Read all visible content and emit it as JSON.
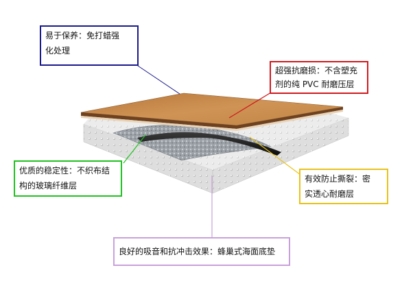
{
  "diagram": {
    "callouts": [
      {
        "key": "maintenance",
        "color": "#1a1a8c",
        "lines": [
          "易于保养：免打蜡强",
          "化处理"
        ]
      },
      {
        "key": "wear",
        "color": "#d0181c",
        "lines": [
          "超强抗磨损：不含塑充",
          "剂的纯 PVC 耐磨压层"
        ]
      },
      {
        "key": "stability",
        "color": "#1fc21f",
        "lines": [
          "优质的稳定性：不织布结",
          "构的玻璃纤维层"
        ]
      },
      {
        "key": "tear",
        "color": "#e8c21a",
        "lines": [
          "有效防止撕裂：密",
          "实透心耐磨层"
        ]
      },
      {
        "key": "sound",
        "color": "#c9a0dc",
        "lines": [
          "良好的吸音和抗冲击效果：蜂巢式海面底垫"
        ]
      }
    ],
    "layers": [
      {
        "name": "wear-layer",
        "color": "#c88a45"
      },
      {
        "name": "fiberglass-layer",
        "color": "#9aa0a6"
      },
      {
        "name": "solid-layer",
        "color": "#1a1a1a"
      },
      {
        "name": "foam-backing",
        "color": "#ececec"
      }
    ]
  }
}
